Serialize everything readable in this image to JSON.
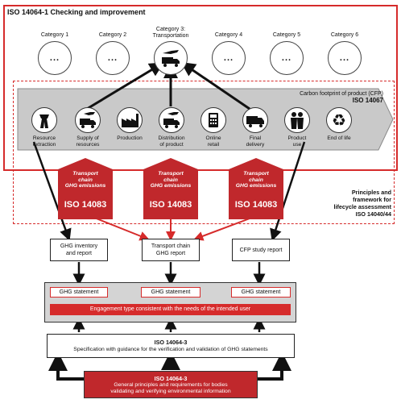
{
  "top_title": "ISO 14064-1 Checking and improvement",
  "categories": [
    {
      "label": "Category 1",
      "symbol": "..."
    },
    {
      "label": "Category 2",
      "symbol": "..."
    },
    {
      "label": "Category 3:\nTransportation",
      "symbol": ""
    },
    {
      "label": "Category 4",
      "symbol": "..."
    },
    {
      "label": "Category 5",
      "symbol": "..."
    },
    {
      "label": "Category 6",
      "symbol": "..."
    }
  ],
  "cfp": {
    "title": "Carbon footprint of product (CFP)",
    "standard": "ISO 14067"
  },
  "stages": [
    {
      "label": "Resource\nextraction",
      "icon": "tower-icon"
    },
    {
      "label": "Supply of\nresources",
      "icon": "truck-plane-icon"
    },
    {
      "label": "Production",
      "icon": "factory-icon"
    },
    {
      "label": "Distribution\nof product",
      "icon": "truck-plane-icon"
    },
    {
      "label": "Online\nretail",
      "icon": "cash-register-icon"
    },
    {
      "label": "Final\ndelivery",
      "icon": "truck-icon"
    },
    {
      "label": "Product\nuse",
      "icon": "people-icon"
    },
    {
      "label": "End of life",
      "icon": "recycle-icon"
    }
  ],
  "transport_boxes": [
    {
      "title": "Transport\nchain\nGHG emissions",
      "standard": "ISO 14083"
    },
    {
      "title": "Transport\nchain\nGHG emissions",
      "standard": "ISO 14083"
    },
    {
      "title": "Transport\nchain\nGHG emissions",
      "standard": "ISO 14083"
    }
  ],
  "lca": {
    "text": "Principles and\nframework for\nlifecycle assessment",
    "standard": "ISO 14040/44"
  },
  "reports": [
    {
      "label": "GHG inventory\nand report"
    },
    {
      "label": "Transport chain\nGHG report"
    },
    {
      "label": "CFP study report"
    }
  ],
  "statements": [
    "GHG statement",
    "GHG statement",
    "GHG statement"
  ],
  "engagement": "Engagement type consistent with the needs of the intended user",
  "iso_3_spec": {
    "title": "ISO 14064-3",
    "text": "Specification with guidance for the verification and validation of GHG statements"
  },
  "iso_3_bodies": {
    "title": "ISO 14064-3",
    "text": "General principles and requirements for bodies\nvalidating and verifying environmental information"
  },
  "colors": {
    "red": "#d62b2b",
    "grey": "#c9c9c9",
    "dark_red": "#c0282c"
  }
}
